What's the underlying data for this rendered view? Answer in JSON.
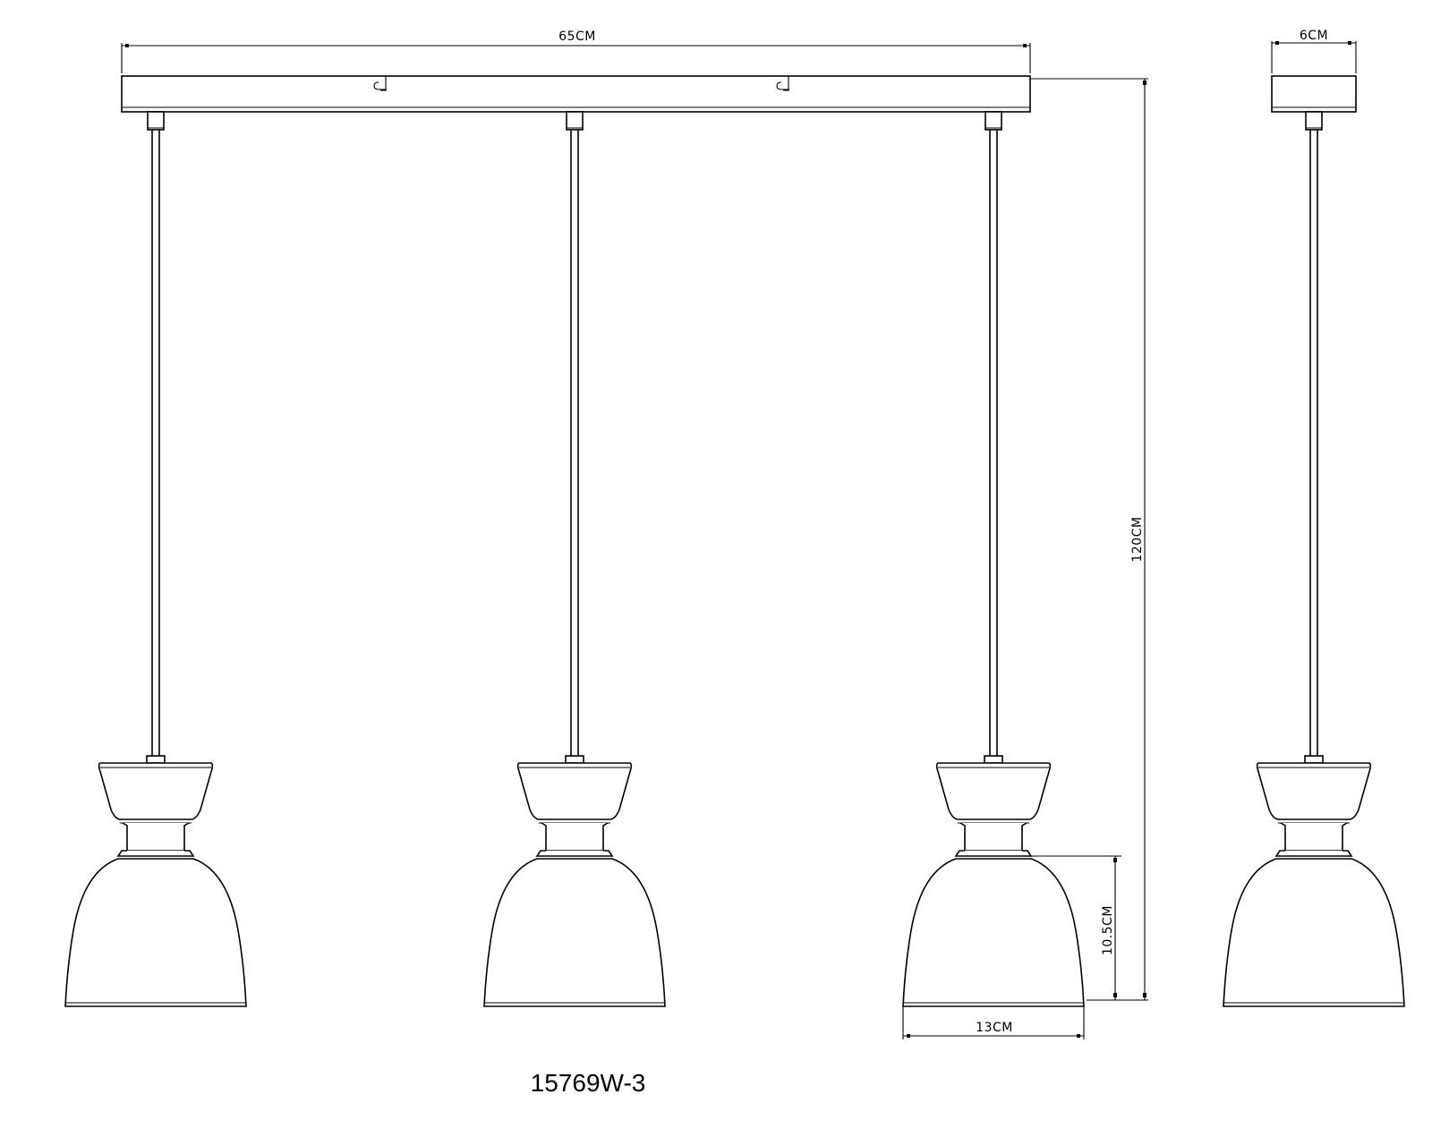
{
  "drawing": {
    "type": "technical-dimension-drawing",
    "subject": "3-light pendant lamp on linear ceiling canopy",
    "model_number": "15769W-3",
    "dimensions": {
      "canopy_length": "65CM",
      "canopy_depth": "6CM",
      "overall_height": "120CM",
      "shade_height": "10.5CM",
      "shade_diameter": "13CM"
    },
    "views": [
      {
        "name": "front-view",
        "pendant_count": 3
      },
      {
        "name": "side-view",
        "pendant_count": 1
      }
    ],
    "colors": {
      "line": "#000000",
      "background": "#ffffff"
    }
  }
}
